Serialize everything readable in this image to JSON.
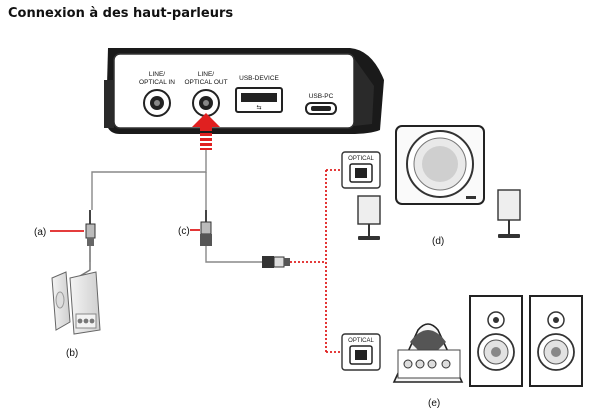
{
  "title": "Connexion à des haut-parleurs",
  "device": {
    "port_line_optical_in": "LINE/\nOPTICAL IN",
    "port_line_optical_out": "LINE/\nOPTICAL OUT",
    "port_usb_device": "USB-DEVICE",
    "port_usb_pc": "USB-PC"
  },
  "optical_label": "OPTICAL",
  "labels": {
    "a": "(a)",
    "b": "(b)",
    "c": "(c)",
    "d": "(d)",
    "e": "(e)"
  },
  "colors": {
    "accent_red": "#e02020",
    "line_gray": "#888888",
    "device_dark": "#1a1a1a"
  }
}
